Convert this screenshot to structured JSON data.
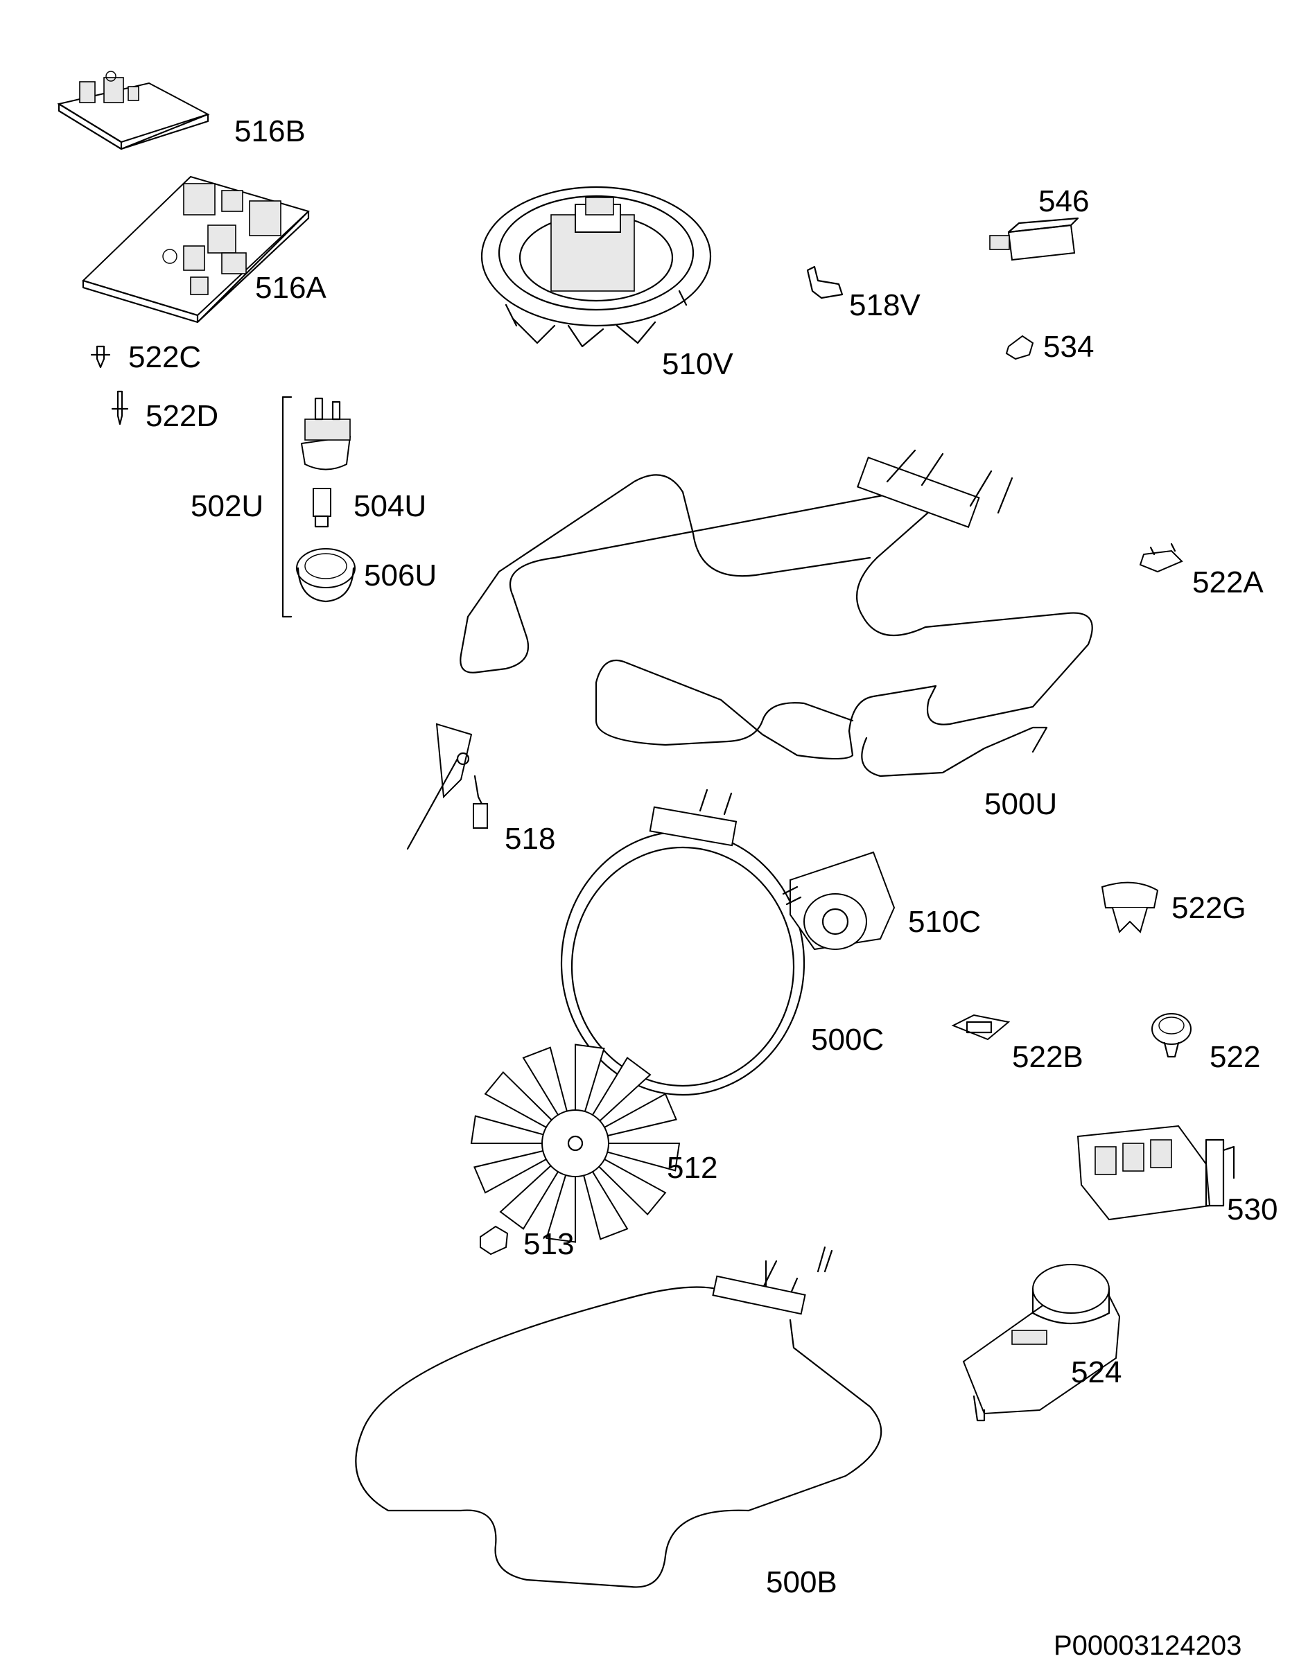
{
  "labels": {
    "p516B": "516B",
    "p516A": "516A",
    "p510V": "510V",
    "p546": "546",
    "p518V": "518V",
    "p534": "534",
    "p522C": "522C",
    "p522D": "522D",
    "p502U": "502U",
    "p504U": "504U",
    "p506U": "506U",
    "p522A": "522A",
    "p500U": "500U",
    "p518": "518",
    "p510C": "510C",
    "p522G": "522G",
    "p500C": "500C",
    "p522B": "522B",
    "p522": "522",
    "p512": "512",
    "p530": "530",
    "p513": "513",
    "p524": "524",
    "p500B": "500B"
  },
  "document_id": "P00003124203"
}
